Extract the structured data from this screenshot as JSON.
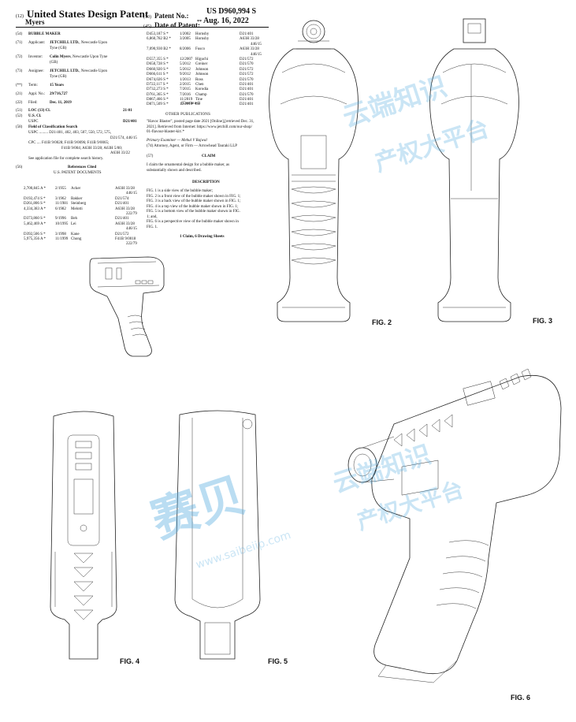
{
  "header": {
    "code12": "(12)",
    "title": "United States Design Patent",
    "code10": "(10)",
    "patent_no_label": "Patent No.:",
    "patent_no": "US D960,994 S",
    "inventor_short": "Myers",
    "code45": "(45)",
    "date_label": "Date of Patent:",
    "date_marks": "**",
    "date": "Aug. 16, 2022"
  },
  "biblio": [
    {
      "code": "(54)",
      "label": "",
      "value": "BUBBLE MAKER"
    },
    {
      "code": "(71)",
      "label": "Applicant:",
      "value": "JETCHILL LTD.",
      "rest": ", Newcastle Upon",
      "line2": "Tyne (GB)"
    },
    {
      "code": "(72)",
      "label": "Inventor:",
      "value": "Colin Myers",
      "rest": ", Newcastle Upon Tyne",
      "line2": "(GB)"
    },
    {
      "code": "(73)",
      "label": "Assignee:",
      "value": "JETCHILL LTD.",
      "rest": ", Newcastle Upon",
      "line2": "Tyne (GB)"
    },
    {
      "code": "(**)",
      "label": "Term:",
      "value": "15 Years"
    },
    {
      "code": "(21)",
      "label": "Appl. No.:",
      "value": "29/716,727"
    },
    {
      "code": "(22)",
      "label": "Filed:",
      "value": "Dec. 11, 2019"
    },
    {
      "code": "(51)",
      "label": "LOC (13) Cl.",
      "value": "21-01"
    },
    {
      "code": "(52)",
      "label": "U.S. Cl.",
      "value": ""
    },
    {
      "code": "",
      "label": "USPC",
      "value": "D21/401"
    },
    {
      "code": "(58)",
      "label": "Field of Classification Search",
      "value": ""
    }
  ],
  "classification": {
    "uspc_line1": "USPC ......... D21/401, 402, 403, 507, 550, 572, 575,",
    "uspc_line2": "D21/574, 446/15",
    "cpc_line1": "CPC .... F41B 9/0028; F41B 9/0096; F41B 9/0065;",
    "cpc_line2": "F41B 9/004; A63H 33/28; A63H 5/00;",
    "cpc_line3": "A63H 33/22",
    "note": "See application file for complete search history."
  },
  "refs": {
    "code": "(56)",
    "heading": "References Cited",
    "subheading": "U.S. PATENT DOCUMENTS",
    "left": [
      {
        "num": "2,700,845 A *",
        "date": "2/1955",
        "name": "Acker",
        "cls": "A63H 33/28",
        "cls2": "446/15"
      },
      {
        "num": "D192,474 S *",
        "date": "3/1962",
        "name": "Bakker",
        "cls": "D21/574",
        "cls2": ""
      },
      {
        "num": "D261,806 S *",
        "date": "11/1981",
        "name": "Steinberg",
        "cls": "D21/401",
        "cls2": ""
      },
      {
        "num": "4,334,383 A *",
        "date": "6/1982",
        "name": "Melotti",
        "cls": "A63H 33/28",
        "cls2": "222/79"
      },
      {
        "num": "D373,860 S *",
        "date": "9/1996",
        "name": "Beh",
        "cls": "D21/401",
        "cls2": ""
      },
      {
        "num": "5,462,469 A *",
        "date": "10/1995",
        "name": "Lei",
        "cls": "A63H 33/28",
        "cls2": "446/15"
      },
      {
        "num": "D392,506 S *",
        "date": "3/1998",
        "name": "Kane",
        "cls": "D21/572",
        "cls2": ""
      },
      {
        "num": "5,975,356 A *",
        "date": "11/1999",
        "name": "Chong",
        "cls": "F41B 9/0018",
        "cls2": "222/79"
      }
    ],
    "right": [
      {
        "num": "D453,187 S *",
        "date": "1/2002",
        "name": "Hornsby",
        "cls": "D21/401",
        "cls2": ""
      },
      {
        "num": "6,860,782 B2 *",
        "date": "3/2005",
        "name": "Hornsby",
        "cls": "A63H 33/28",
        "cls2": "446/15"
      },
      {
        "num": "7,090,930 B2 *",
        "date": "8/2006",
        "name": "Fusco",
        "cls": "A63H 33/28",
        "cls2": "446/15"
      },
      {
        "num": "D557,355 S *",
        "date": "12/2007",
        "name": "Higuchi",
        "cls": "D21/572",
        "cls2": ""
      },
      {
        "num": "D658,728 S *",
        "date": "5/2012",
        "name": "Greiner",
        "cls": "D21/570",
        "cls2": ""
      },
      {
        "num": "D660,920 S *",
        "date": "5/2012",
        "name": "Johnson",
        "cls": "D21/572",
        "cls2": ""
      },
      {
        "num": "D666,611 S *",
        "date": "9/2012",
        "name": "Johnson",
        "cls": "D21/572",
        "cls2": ""
      },
      {
        "num": "D674,026 S *",
        "date": "1/2013",
        "name": "Ross",
        "cls": "D21/570",
        "cls2": ""
      },
      {
        "num": "D722,117 S *",
        "date": "2/2015",
        "name": "Chen",
        "cls": "D21/401",
        "cls2": ""
      },
      {
        "num": "D732,273 S *",
        "date": "7/2015",
        "name": "Korodia",
        "cls": "D21/401",
        "cls2": ""
      },
      {
        "num": "D761,365 S *",
        "date": "7/2016",
        "name": "Champ",
        "cls": "D21/570",
        "cls2": ""
      },
      {
        "num": "D867,466 S *",
        "date": "11/2019",
        "name": "Tine",
        "cls": "D21/401",
        "cls2": ""
      },
      {
        "num": "D871,509 S *",
        "date": "12/2019",
        "name": "Lo",
        "cls": "D21/401",
        "cls2": ""
      }
    ],
    "continued": "(Continued)"
  },
  "other_pubs": {
    "heading": "OTHER PUBLICATIONS",
    "line1": "\"Havoc Blaster\", posted page date 2021 [Online],[retrieved Dec. 31,",
    "line2": "2021]. Retrieved from Internet: https://www.jetchill.com/our-shop/",
    "line3": "01-flavour-blaster-kit/.*"
  },
  "examiner": {
    "line1": "Primary Examiner — Mehul V Bajwal",
    "line2": "(74) Attorney, Agent, or Firm — Arrowhead Tauraki LLP"
  },
  "claim": {
    "code": "(57)",
    "heading": "CLAIM",
    "line1": "I claim the ornamental design for a bubble maker, as",
    "line2": "substantially shown and described."
  },
  "description": {
    "heading": "DESCRIPTION",
    "lines": [
      "FIG. 1 is a side view of the bubble maker;",
      "FIG. 2 is a front view of the bubble maker shown in FIG. 1;",
      "FIG. 3 is a back view of the bubble maker shown in FIG. 1;",
      "FIG. 4 is a top view of the bubble maker shown in FIG. 1;",
      "FIG. 5 is a bottom view of the bubble maker shown in FIG.",
      "1; and,",
      "FIG. 6 is a perspective view of the bubble maker shown in",
      "FIG. 1."
    ],
    "sheets": "1 Claim, 6 Drawing Sheets"
  },
  "figures": {
    "fig2": "FIG. 2",
    "fig3": "FIG. 3",
    "fig4": "FIG. 4",
    "fig5": "FIG. 5",
    "fig6": "FIG. 6"
  },
  "watermarks": {
    "top1": "云端知识",
    "top2": "产权大平台",
    "logo": "赛贝",
    "url": "www.saibeiip.com",
    "mid1": "云端知识",
    "mid2": "产权大平台"
  },
  "colors": {
    "watermark": "#5aafe1",
    "ink": "#111111"
  }
}
